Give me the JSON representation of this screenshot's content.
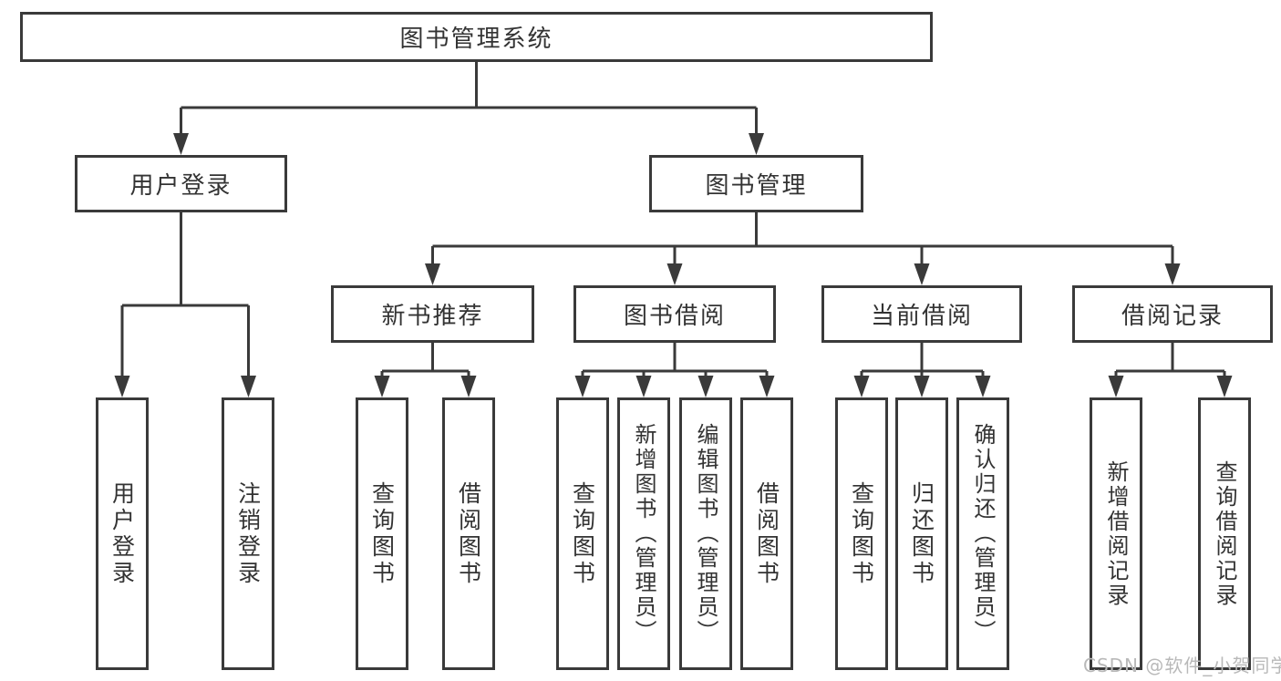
{
  "colors": {
    "line": "#3a3a3a",
    "text": "#333333",
    "background": "#ffffff",
    "watermark": "#b9b9b9"
  },
  "watermark": {
    "text": "CSDN @软件_小贺同学"
  },
  "tree": {
    "label": "图书管理系统",
    "children": [
      {
        "label": "用户登录",
        "children": [
          {
            "label": "用户登录"
          },
          {
            "label": "注销登录"
          }
        ]
      },
      {
        "label": "图书管理",
        "children": [
          {
            "label": "新书推荐",
            "children": [
              {
                "label": "查询图书"
              },
              {
                "label": "借阅图书"
              }
            ]
          },
          {
            "label": "图书借阅",
            "children": [
              {
                "label": "查询图书"
              },
              {
                "label": "新增图书（管理员）"
              },
              {
                "label": "编辑图书（管理员）"
              },
              {
                "label": "借阅图书"
              }
            ]
          },
          {
            "label": "当前借阅",
            "children": [
              {
                "label": "查询图书"
              },
              {
                "label": "归还图书"
              },
              {
                "label": "确认归还（管理员）"
              }
            ]
          },
          {
            "label": "借阅记录",
            "children": [
              {
                "label": "新增借阅记录"
              },
              {
                "label": "查询借阅记录"
              }
            ]
          }
        ]
      }
    ]
  }
}
